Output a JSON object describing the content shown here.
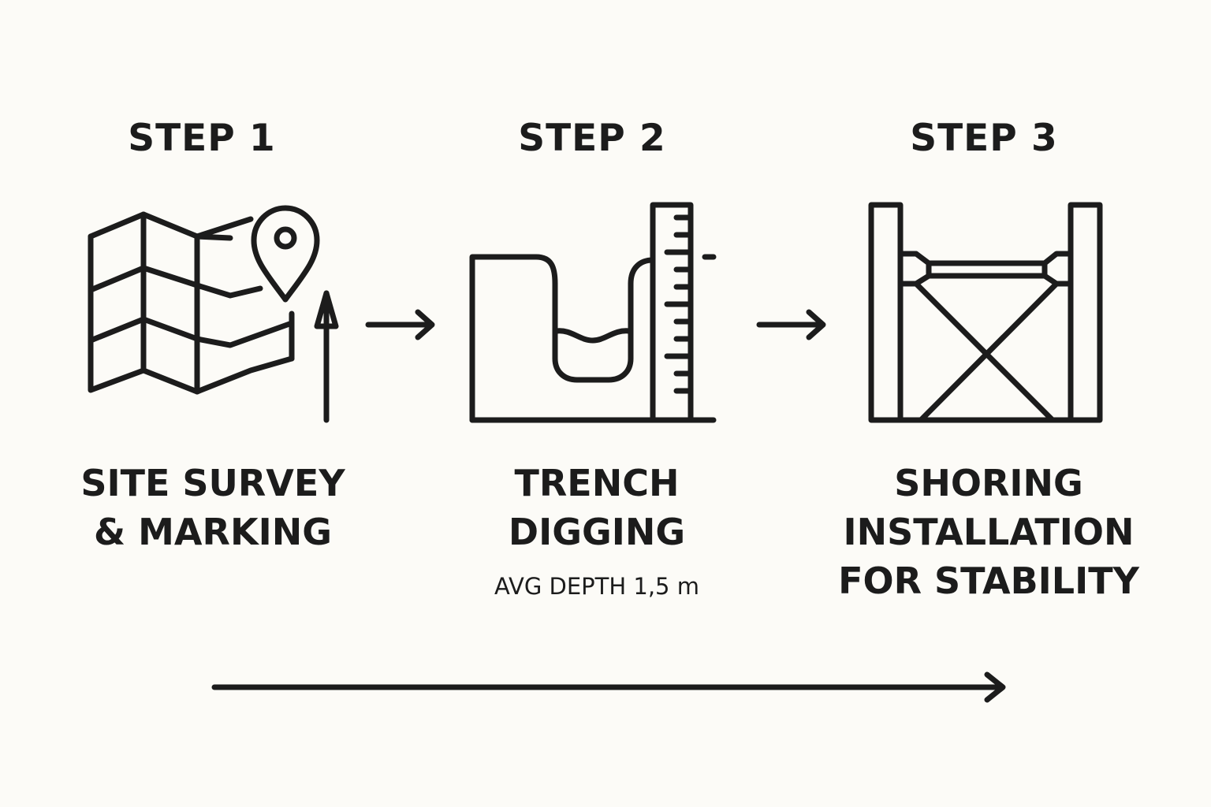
{
  "steps": [
    {
      "title": "STEP 1",
      "label_lines": [
        "SITE SURVEY",
        "& MARKING"
      ],
      "note": "",
      "icon": "map-location-icon"
    },
    {
      "title": "STEP 2",
      "label_lines": [
        "TRENCH",
        "DIGGING"
      ],
      "note": "AVG DEPTH 1,5 m",
      "icon": "trench-ruler-icon"
    },
    {
      "title": "STEP 3",
      "label_lines": [
        "SHORING",
        "INSTALLATION",
        "FOR STABILITY"
      ],
      "note": "",
      "icon": "shoring-frame-icon"
    }
  ],
  "colors": {
    "background": "#fcfbf7",
    "ink": "#1c1c1c"
  }
}
